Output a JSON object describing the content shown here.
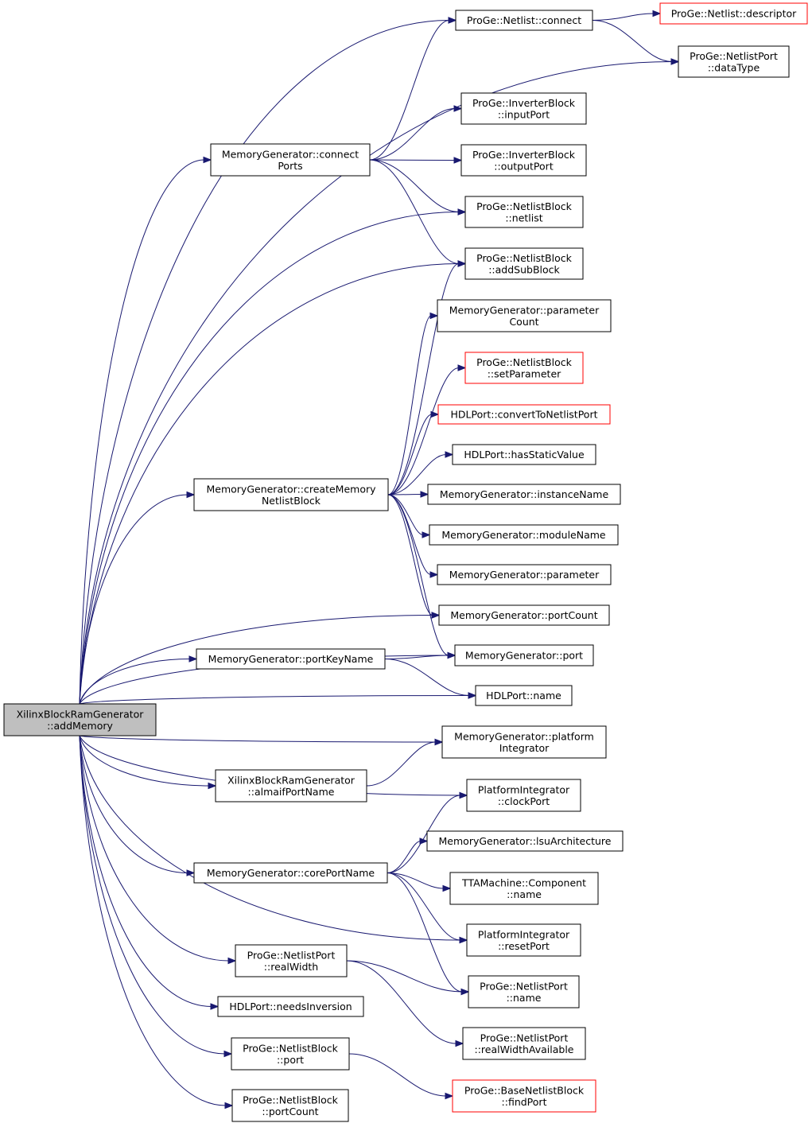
{
  "graph": {
    "edge_color": "#191970",
    "root_fill": "#bfbfbf",
    "highlight_stroke": "#ff0000",
    "nodes": [
      {
        "id": "root",
        "lines": [
          "XilinxBlockRamGenerator",
          "::addMemory"
        ],
        "style": "root"
      },
      {
        "id": "connect",
        "lines": [
          "ProGe::Netlist::connect"
        ],
        "style": "normal"
      },
      {
        "id": "descriptor",
        "lines": [
          "ProGe::Netlist::descriptor"
        ],
        "style": "red"
      },
      {
        "id": "dataType",
        "lines": [
          "ProGe::NetlistPort",
          "::dataType"
        ],
        "style": "normal"
      },
      {
        "id": "inputPort",
        "lines": [
          "ProGe::InverterBlock",
          "::inputPort"
        ],
        "style": "normal"
      },
      {
        "id": "connectPorts",
        "lines": [
          "MemoryGenerator::connect",
          "Ports"
        ],
        "style": "normal"
      },
      {
        "id": "outputPort",
        "lines": [
          "ProGe::InverterBlock",
          "::outputPort"
        ],
        "style": "normal"
      },
      {
        "id": "netlist",
        "lines": [
          "ProGe::NetlistBlock",
          "::netlist"
        ],
        "style": "normal"
      },
      {
        "id": "addSubBlock",
        "lines": [
          "ProGe::NetlistBlock",
          "::addSubBlock"
        ],
        "style": "normal"
      },
      {
        "id": "parameterCount",
        "lines": [
          "MemoryGenerator::parameter",
          "Count"
        ],
        "style": "normal"
      },
      {
        "id": "setParameter",
        "lines": [
          "ProGe::NetlistBlock",
          "::setParameter"
        ],
        "style": "red"
      },
      {
        "id": "convertToNetlistPort",
        "lines": [
          "HDLPort::convertToNetlistPort"
        ],
        "style": "red"
      },
      {
        "id": "hasStaticValue",
        "lines": [
          "HDLPort::hasStaticValue"
        ],
        "style": "normal"
      },
      {
        "id": "createMemory",
        "lines": [
          "MemoryGenerator::createMemory",
          "NetlistBlock"
        ],
        "style": "normal"
      },
      {
        "id": "instanceName",
        "lines": [
          "MemoryGenerator::instanceName"
        ],
        "style": "normal"
      },
      {
        "id": "moduleName",
        "lines": [
          "MemoryGenerator::moduleName"
        ],
        "style": "normal"
      },
      {
        "id": "parameter",
        "lines": [
          "MemoryGenerator::parameter"
        ],
        "style": "normal"
      },
      {
        "id": "portCountMG",
        "lines": [
          "MemoryGenerator::portCount"
        ],
        "style": "normal"
      },
      {
        "id": "portKeyName",
        "lines": [
          "MemoryGenerator::portKeyName"
        ],
        "style": "normal"
      },
      {
        "id": "portMG",
        "lines": [
          "MemoryGenerator::port"
        ],
        "style": "normal"
      },
      {
        "id": "hdlName",
        "lines": [
          "HDLPort::name"
        ],
        "style": "normal"
      },
      {
        "id": "platformIntegrator",
        "lines": [
          "MemoryGenerator::platform",
          "Integrator"
        ],
        "style": "normal"
      },
      {
        "id": "almaifPortName",
        "lines": [
          "XilinxBlockRamGenerator",
          "::almaifPortName"
        ],
        "style": "normal"
      },
      {
        "id": "clockPort",
        "lines": [
          "PlatformIntegrator",
          "::clockPort"
        ],
        "style": "normal"
      },
      {
        "id": "lsuArchitecture",
        "lines": [
          "MemoryGenerator::lsuArchitecture"
        ],
        "style": "normal"
      },
      {
        "id": "corePortName",
        "lines": [
          "MemoryGenerator::corePortName"
        ],
        "style": "normal"
      },
      {
        "id": "componentName",
        "lines": [
          "TTAMachine::Component",
          "::name"
        ],
        "style": "normal"
      },
      {
        "id": "resetPort",
        "lines": [
          "PlatformIntegrator",
          "::resetPort"
        ],
        "style": "normal"
      },
      {
        "id": "realWidth",
        "lines": [
          "ProGe::NetlistPort",
          "::realWidth"
        ],
        "style": "normal"
      },
      {
        "id": "netlistPortName",
        "lines": [
          "ProGe::NetlistPort",
          "::name"
        ],
        "style": "normal"
      },
      {
        "id": "needsInversion",
        "lines": [
          "HDLPort::needsInversion"
        ],
        "style": "normal"
      },
      {
        "id": "realWidthAvailable",
        "lines": [
          "ProGe::NetlistPort",
          "::realWidthAvailable"
        ],
        "style": "normal"
      },
      {
        "id": "nbPort",
        "lines": [
          "ProGe::NetlistBlock",
          "::port"
        ],
        "style": "normal"
      },
      {
        "id": "findPort",
        "lines": [
          "ProGe::BaseNetlistBlock",
          "::findPort"
        ],
        "style": "red"
      },
      {
        "id": "nbPortCount",
        "lines": [
          "ProGe::NetlistBlock",
          "::portCount"
        ],
        "style": "normal"
      }
    ],
    "edges": [
      [
        "root",
        "connect"
      ],
      [
        "root",
        "dataType"
      ],
      [
        "root",
        "connectPorts"
      ],
      [
        "root",
        "netlist"
      ],
      [
        "root",
        "addSubBlock"
      ],
      [
        "root",
        "createMemory"
      ],
      [
        "root",
        "portCountMG"
      ],
      [
        "root",
        "portMG"
      ],
      [
        "root",
        "portKeyName"
      ],
      [
        "root",
        "hdlName"
      ],
      [
        "root",
        "platformIntegrator"
      ],
      [
        "root",
        "almaifPortName"
      ],
      [
        "root",
        "clockPort"
      ],
      [
        "root",
        "corePortName"
      ],
      [
        "root",
        "resetPort"
      ],
      [
        "root",
        "realWidth"
      ],
      [
        "root",
        "needsInversion"
      ],
      [
        "root",
        "nbPort"
      ],
      [
        "root",
        "nbPortCount"
      ],
      [
        "connect",
        "descriptor"
      ],
      [
        "connect",
        "dataType"
      ],
      [
        "connectPorts",
        "connect"
      ],
      [
        "connectPorts",
        "inputPort"
      ],
      [
        "connectPorts",
        "outputPort"
      ],
      [
        "connectPorts",
        "netlist"
      ],
      [
        "connectPorts",
        "addSubBlock"
      ],
      [
        "createMemory",
        "addSubBlock"
      ],
      [
        "createMemory",
        "parameterCount"
      ],
      [
        "createMemory",
        "setParameter"
      ],
      [
        "createMemory",
        "convertToNetlistPort"
      ],
      [
        "createMemory",
        "hasStaticValue"
      ],
      [
        "createMemory",
        "instanceName"
      ],
      [
        "createMemory",
        "moduleName"
      ],
      [
        "createMemory",
        "parameter"
      ],
      [
        "createMemory",
        "portCountMG"
      ],
      [
        "createMemory",
        "portMG"
      ],
      [
        "portKeyName",
        "portMG"
      ],
      [
        "portKeyName",
        "hdlName"
      ],
      [
        "almaifPortName",
        "platformIntegrator"
      ],
      [
        "corePortName",
        "clockPort"
      ],
      [
        "corePortName",
        "lsuArchitecture"
      ],
      [
        "corePortName",
        "componentName"
      ],
      [
        "corePortName",
        "resetPort"
      ],
      [
        "corePortName",
        "netlistPortName"
      ],
      [
        "realWidth",
        "netlistPortName"
      ],
      [
        "realWidth",
        "realWidthAvailable"
      ],
      [
        "nbPort",
        "findPort"
      ]
    ]
  }
}
